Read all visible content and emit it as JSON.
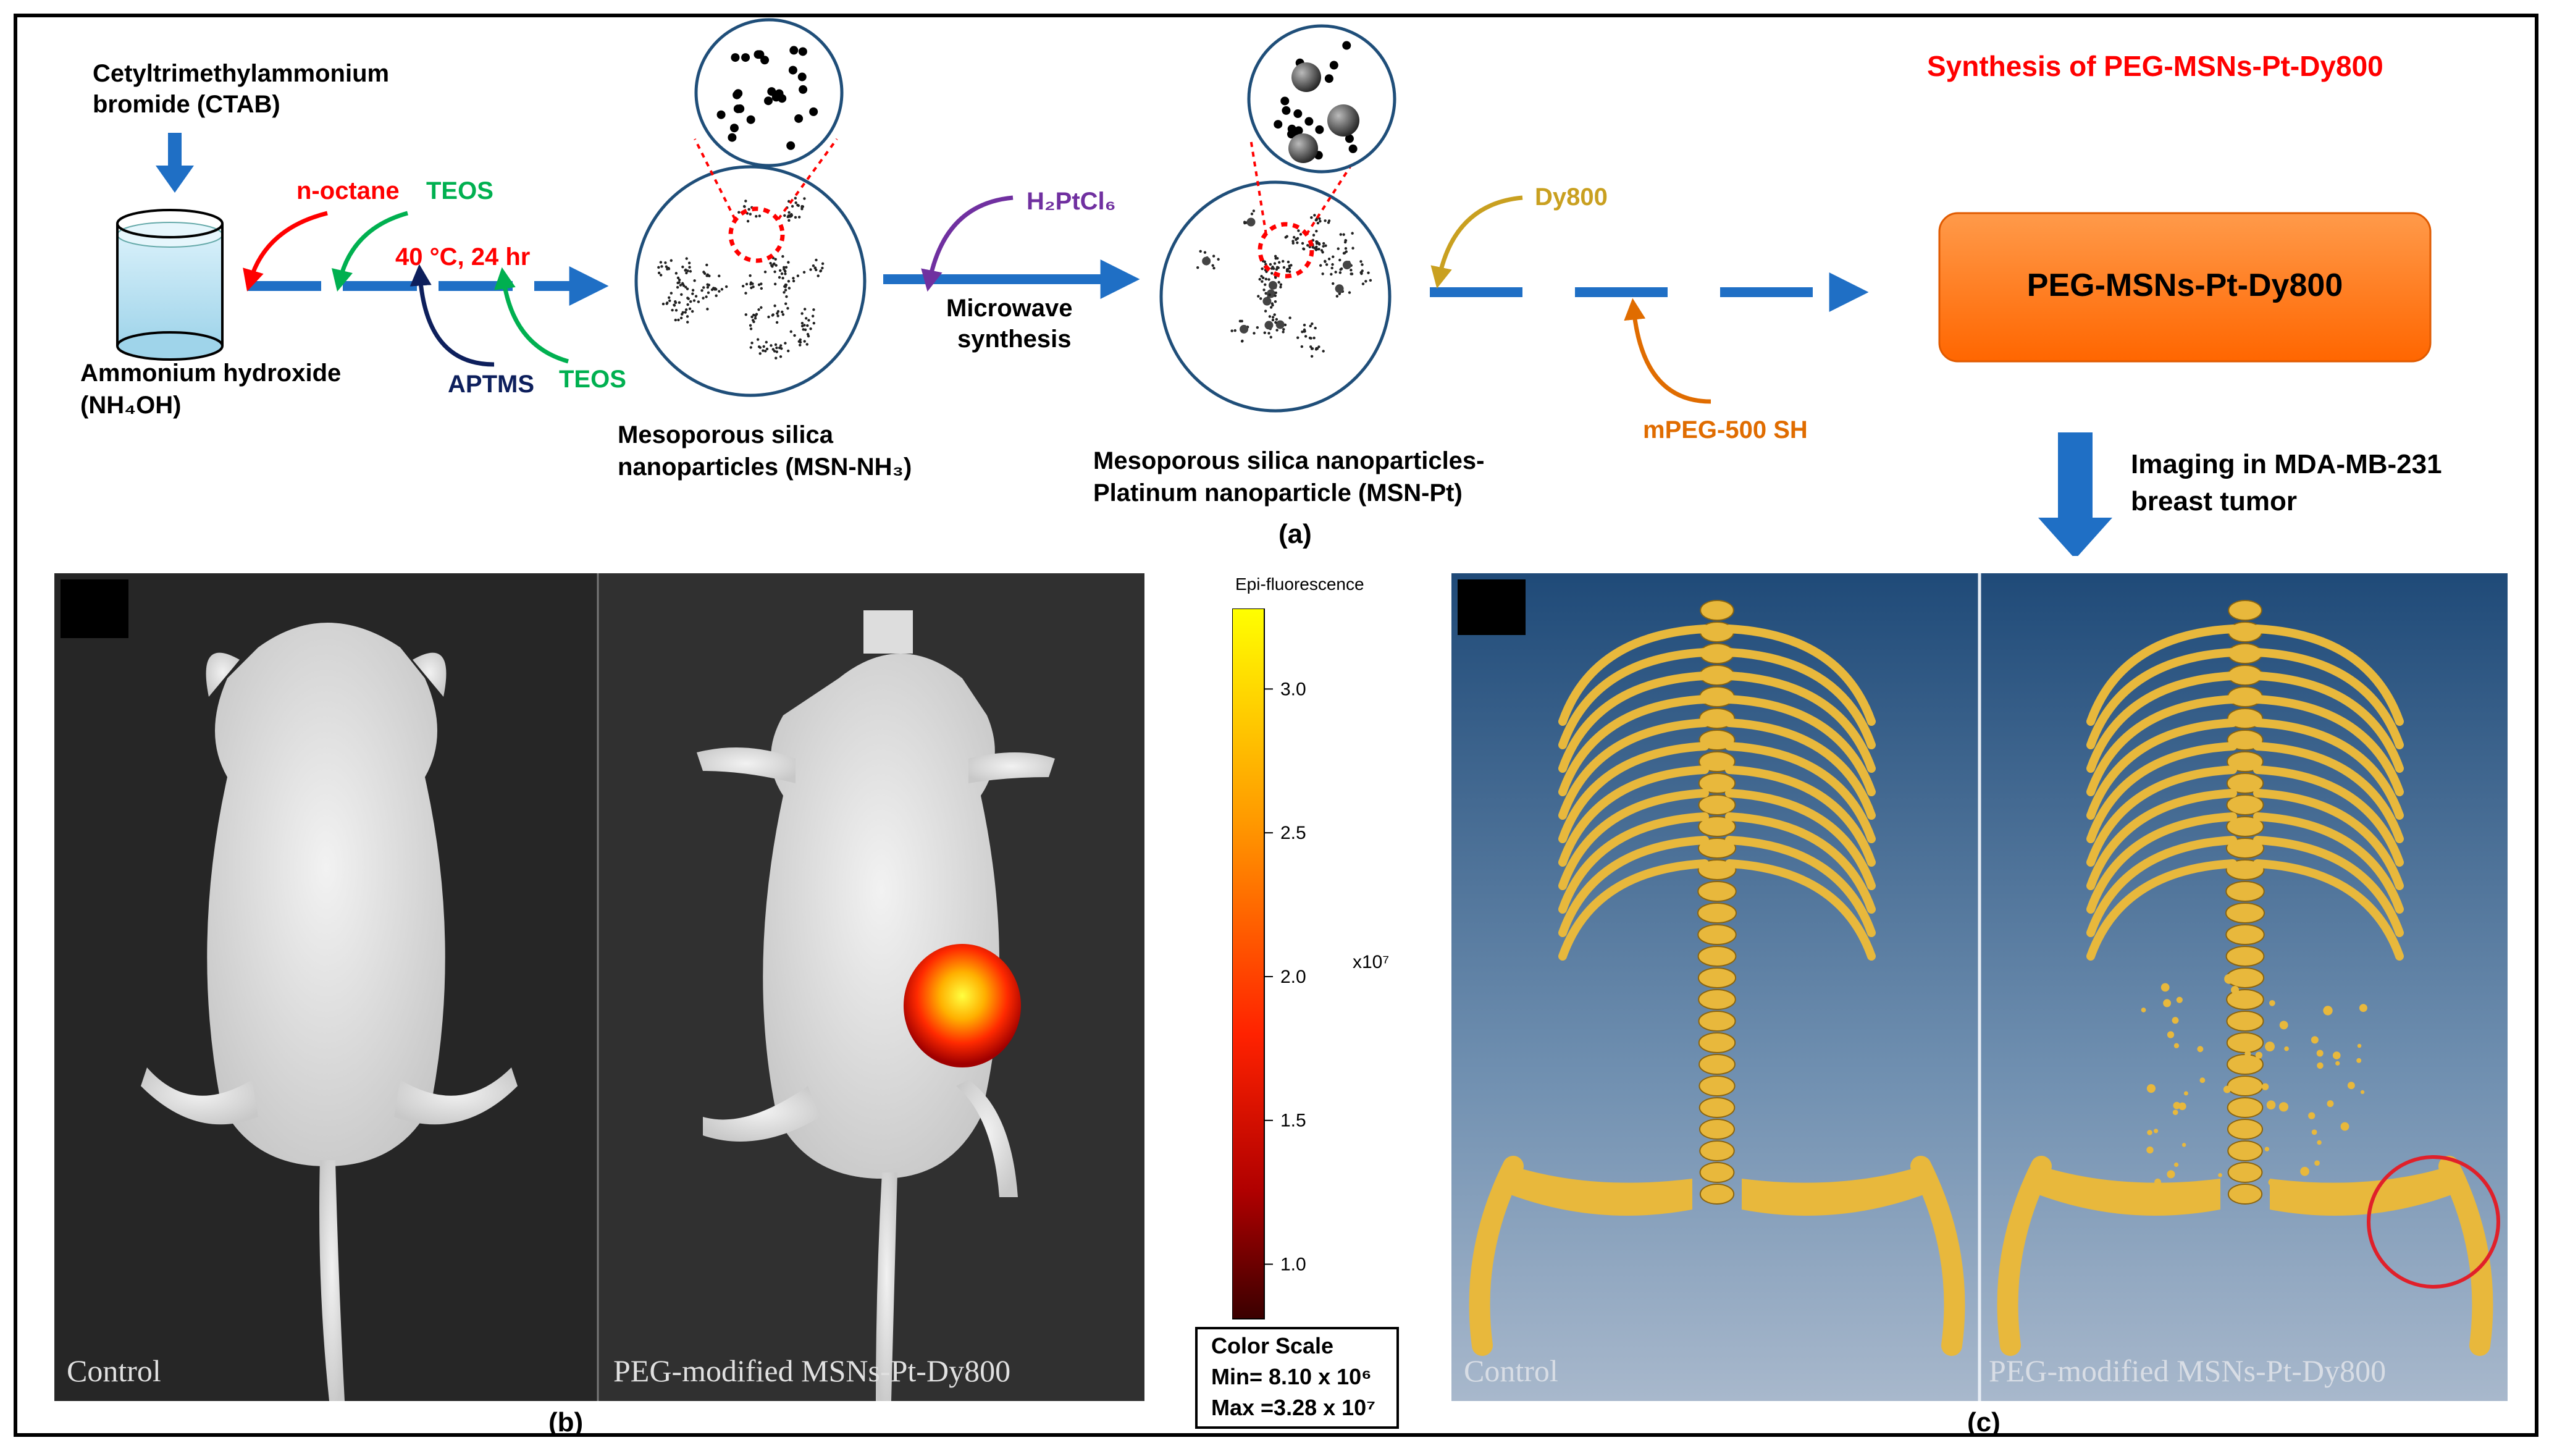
{
  "title": "Synthesis of PEG-MSNs-Pt-Dy800",
  "reagents": {
    "ctab_line1": "Cetyltrimethylammonium",
    "ctab_line2": "bromide (CTAB)",
    "n_octane": "n-octane",
    "teos_top": "TEOS",
    "condition": "40 °C, 24 hr",
    "aptms": "APTMS",
    "teos_bottom": "TEOS",
    "ammonium_line1": "Ammonium hydroxide",
    "ammonium_line2": "(NH₄OH)",
    "h2ptcl6": "H₂PtCl₆",
    "microwave_line1": "Microwave",
    "microwave_line2": "synthesis",
    "dy800": "Dy800",
    "mpeg": "mPEG-500 SH"
  },
  "particles": {
    "msn_line1": "Mesoporous silica",
    "msn_line2": "nanoparticles (MSN-NH₃)",
    "msnpt_line1": "Mesoporous silica nanoparticles-",
    "msnpt_line2": "Platinum nanoparticle (MSN-Pt)"
  },
  "product_box": "PEG-MSNs-Pt-Dy800",
  "imaging_line1": "Imaging in MDA-MB-231",
  "imaging_line2": "breast tumor",
  "panel_labels": {
    "a": "(a)",
    "b": "(b)",
    "c": "(c)"
  },
  "fluorescence": {
    "left_label": "Control",
    "right_label": "PEG-modified MSNs-Pt-Dy800"
  },
  "colorbar": {
    "title": "Epi-fluorescence",
    "ticks": [
      "3.0",
      "2.5",
      "2.0",
      "1.5",
      "1.0"
    ],
    "tick_values": [
      3.0,
      2.5,
      2.0,
      1.5,
      1.0
    ],
    "range": [
      0.81,
      3.28
    ],
    "multiplier": "x10⁷",
    "colors": [
      "#ffff00",
      "#ff9900",
      "#ff2200",
      "#b00000",
      "#3a0000"
    ],
    "scale_title": "Color Scale",
    "min_label": "Min= 8.10 x 10⁶",
    "max_label": "Max =3.28 x 10⁷"
  },
  "ct": {
    "left_label": "Control",
    "right_label": "PEG-modified MSNs-Pt-Dy800"
  },
  "colors": {
    "arrow_blue": "#1f6fc5",
    "red": "#ff0000",
    "green": "#00b050",
    "navy": "#0d1f5c",
    "purple": "#7030a0",
    "gold": "#c9a020",
    "orange_text": "#e06c00",
    "product_fill": "#ff7a1a",
    "bone": "#e8b83c"
  }
}
